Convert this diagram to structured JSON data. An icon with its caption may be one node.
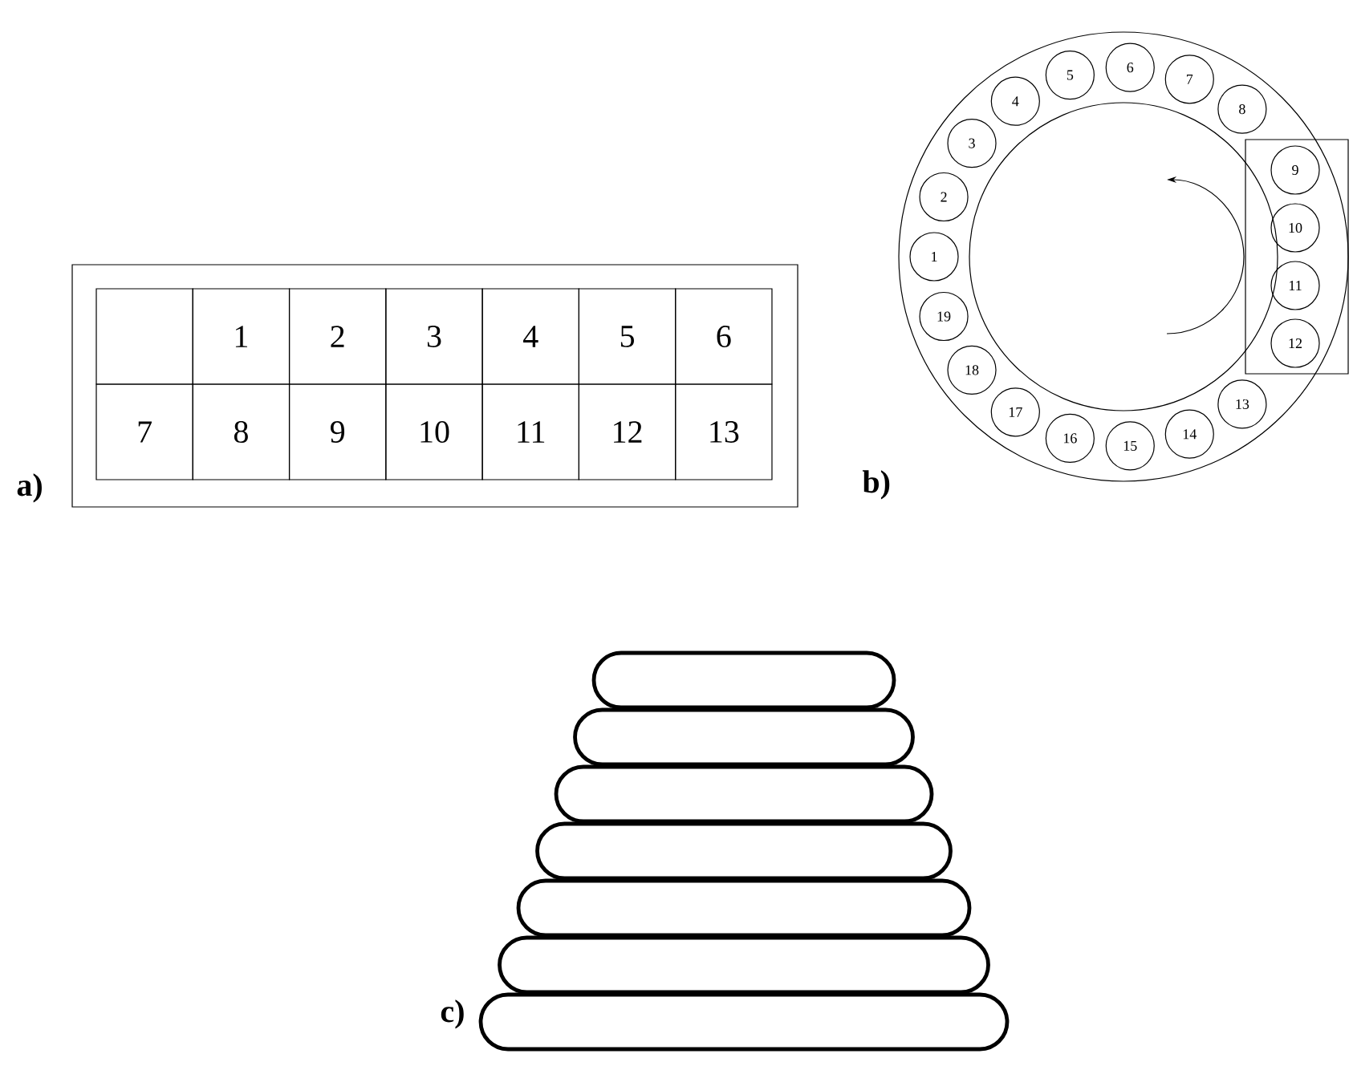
{
  "diagram": {
    "nodes": [
      {
        "text": [],
        "shape": "box"
      },
      {
        "text": [],
        "shape": "box",
        "in": 0
      },
      {
        "text": [
          "1"
        ],
        "in": 0
      },
      {
        "text": [
          "2"
        ],
        "in": 0
      },
      {
        "text": [
          "3"
        ],
        "in": 0
      },
      {
        "text": [
          "4"
        ],
        "in": 0
      },
      {
        "text": [
          "5"
        ],
        "in": 0
      },
      {
        "text": [
          "6"
        ],
        "in": 0
      },
      {
        "text": [
          "7"
        ],
        "in": 0
      },
      {
        "text": [
          "8"
        ],
        "in": 0
      },
      {
        "text": [
          "9"
        ],
        "in": 0
      },
      {
        "text": [
          "10"
        ],
        "in": 0
      },
      {
        "text": [
          "11"
        ],
        "in": 0
      },
      {
        "text": [
          "12"
        ],
        "in": 0
      },
      {
        "text": [
          "13"
        ],
        "in": 0
      },
      {
        "text": [],
        "shape": "circle"
      },
      {
        "text": [],
        "shape": "circle",
        "in": 15
      },
      {
        "text": [],
        "shape": "box",
        "in": 15
      },
      {
        "text": [
          "1"
        ],
        "in": 15
      },
      {
        "text": [
          "2"
        ],
        "in": 15
      },
      {
        "text": [
          "3"
        ],
        "in": 15
      },
      {
        "text": [
          "4"
        ],
        "in": 15
      },
      {
        "text": [
          "5"
        ],
        "in": 15
      },
      {
        "text": [
          "6"
        ],
        "in": 15
      },
      {
        "text": [
          "7"
        ],
        "in": 15
      },
      {
        "text": [
          "8"
        ],
        "in": 15
      },
      {
        "text": [
          "9"
        ],
        "in": 17
      },
      {
        "text": [
          "10"
        ],
        "in": 17
      },
      {
        "text": [
          "11"
        ],
        "in": 17
      },
      {
        "text": [
          "12"
        ],
        "in": 17
      },
      {
        "text": [
          "13"
        ],
        "in": 15
      },
      {
        "text": [
          "14"
        ],
        "in": 15
      },
      {
        "text": [
          "15"
        ],
        "in": 15
      },
      {
        "text": [
          "16"
        ],
        "in": 15
      },
      {
        "text": [
          "17"
        ],
        "in": 15
      },
      {
        "text": [
          "18"
        ],
        "in": 15
      },
      {
        "text": [
          "19"
        ],
        "in": 15
      },
      {
        "text": [],
        "shape": "bar"
      },
      {
        "text": [],
        "shape": "bar"
      },
      {
        "text": [],
        "shape": "bar"
      },
      {
        "text": [],
        "shape": "bar"
      },
      {
        "text": [],
        "shape": "bar"
      },
      {
        "text": [],
        "shape": "bar"
      },
      {
        "text": [],
        "shape": "bar"
      }
    ],
    "labels": [
      "a)",
      "b)",
      "c)"
    ]
  }
}
